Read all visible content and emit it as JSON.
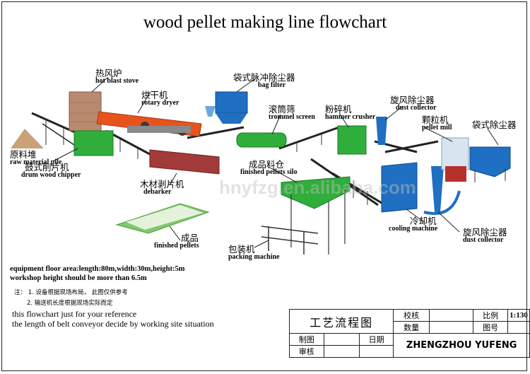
{
  "title": "wood pellet making line flowchart",
  "watermark": "hnyfzg.en.alibaba.com",
  "labels": {
    "stove": {
      "cn": "热风炉",
      "en": "hot blast stove"
    },
    "dryer": {
      "cn": "烘干机",
      "en": "rotary dryer"
    },
    "bag_filter": {
      "cn": "袋式脉冲除尘器",
      "en": "bag filter"
    },
    "trommel": {
      "cn": "滚筒筛",
      "en": "trommel screen"
    },
    "hammer": {
      "cn": "粉碎机",
      "en": "hammer crusher"
    },
    "dust1": {
      "cn": "旋风除尘器",
      "en": "dust collector"
    },
    "pellet_mill": {
      "cn": "颗粒机",
      "en": "pellet mill"
    },
    "bag_dust": {
      "cn": "袋式除尘器",
      "en": ""
    },
    "raw": {
      "cn": "原料堆",
      "en": "raw material pile"
    },
    "chipper": {
      "cn": "鼓式削片机",
      "en": "drum wood chipper"
    },
    "silo": {
      "cn": "成品料仓",
      "en": "finished pellets silo"
    },
    "debarker": {
      "cn": "木材剥片机",
      "en": "debarker"
    },
    "pellets": {
      "cn": "成品",
      "en": "finished pellets"
    },
    "packing": {
      "cn": "包装机",
      "en": "packing machine"
    },
    "cooling": {
      "cn": "冷却机",
      "en": "cooling machine"
    },
    "dust2": {
      "cn": "旋风除尘器",
      "en": "dust collector"
    }
  },
  "notes": {
    "line1": "equipment floor area:length:80m,width:30m,height:5m",
    "line2": "workshop height should be more than 6.5m",
    "zhu_label": "注：",
    "zhu1": "1. 设备根据现场布局，  此图仅供参考",
    "zhu2": "2. 输送机长度根据现场实际而定",
    "ref1": "this flowchart just for your reference",
    "ref2": "the length of belt conveyor decide by working site situation"
  },
  "table": {
    "name": "工艺流程图",
    "check": "校核",
    "ratio_label": "比例",
    "ratio": "1:130",
    "qty": "数量",
    "fig": "图号",
    "draw": "制图",
    "date": "日期",
    "review": "审核",
    "company": "ZHENGZHOU YUFENG"
  },
  "colors": {
    "machine_blue": "#1f6fc2",
    "dryer_orange": "#e8531d",
    "green": "#2fae3b",
    "steel": "#3a3a3a"
  }
}
